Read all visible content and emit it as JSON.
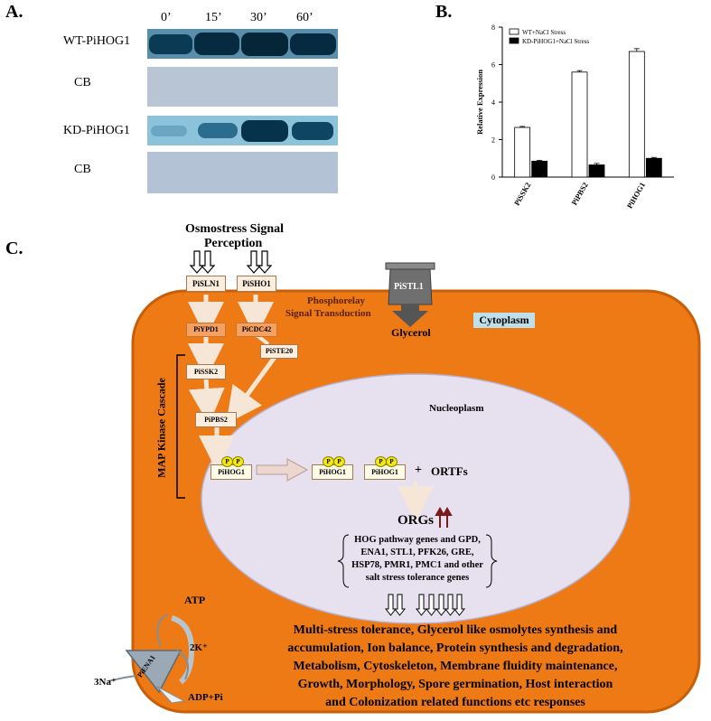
{
  "panel_a": {
    "letter": "A.",
    "time_points": [
      "0’",
      "15’",
      "30’",
      "60’"
    ],
    "rows": [
      {
        "label": "WT-PiHOG1",
        "kind": "western"
      },
      {
        "label": "CB",
        "kind": "stain"
      },
      {
        "label": "KD-PiHOG1",
        "kind": "western"
      },
      {
        "label": "CB",
        "kind": "stain"
      }
    ],
    "band_intensity": {
      "WT-PiHOG1": [
        0.8,
        0.9,
        0.95,
        0.9
      ],
      "KD-PiHOG1": [
        0.15,
        0.35,
        0.85,
        0.7
      ]
    },
    "colors": {
      "blot_band": "#0a2e44",
      "blot_bg": "#7fb7cf",
      "stain_bg": "#b8c6d6"
    }
  },
  "panel_b": {
    "letter": "B.",
    "chart_data": {
      "type": "bar",
      "categories": [
        "PiSSK2",
        "PiPBS2",
        "PiHOG1"
      ],
      "series": [
        {
          "name": "WT+NaCl Stress",
          "values": [
            2.65,
            5.6,
            6.7
          ],
          "errors": [
            0.05,
            0.08,
            0.15
          ],
          "color": "#ffffff"
        },
        {
          "name": "KD-PiHOG1+NaCl Stress",
          "values": [
            0.85,
            0.65,
            1.0
          ],
          "errors": [
            0.04,
            0.08,
            0.05
          ],
          "color": "#000000"
        }
      ],
      "ylabel": "Relative Expression",
      "ylim": [
        0,
        8
      ],
      "yticks": [
        "0",
        "2",
        "4",
        "6",
        "8"
      ],
      "legend": "top-right",
      "grid": false
    }
  },
  "panel_c": {
    "letter": "C.",
    "osmostress": "Osmostress Signal",
    "perception": "Perception",
    "boxes": {
      "sln1": "PiSLN1",
      "sho1": "PiSHO1",
      "ypd1": "PiYPD1",
      "cdc42": "PiCDC42",
      "ste20": "PiSTE20",
      "ssk2": "PiSSK2",
      "pbs2": "PiPBS2",
      "hog1_a": "PiHOG1",
      "hog1_b": "PiHOG1",
      "hog1_c": "PiHOG1"
    },
    "p_label": "P",
    "phosphorelay_1": "Phosphorelay",
    "phosphorelay_2": "Signal Transduction",
    "stl1": "PiSTL1",
    "glycerol": "Glycerol",
    "cytoplasm": "Cytoplasm",
    "nucleoplasm": "Nucleoplasm",
    "mapk": "MAP Kinase Cascade",
    "plus": "+",
    "ortfs": "ORTFs",
    "orgs": "ORGs",
    "genes": [
      "HOG pathway genes and GPD,",
      "ENA1, STL1, PFK26, GRE,",
      "HSP78, PMR1, PMC1 and other",
      "salt stress tolerance genes"
    ],
    "atp": "ATP",
    "k": "2K⁺",
    "na": "3Na⁺",
    "adp": "ADP+Pi",
    "ena1": "PiENA1",
    "responses": [
      "Multi-stress tolerance, Glycerol like osmolytes synthesis and",
      "accumulation, Ion balance, Protein synthesis and degradation,",
      "Metabolism, Cytoskeleton, Membrane fluidity maintenance,",
      "Growth, Morphology, Spore germination, Host interaction",
      "and Colonization related functions etc responses"
    ],
    "colors": {
      "cell": "#ee7a15",
      "cell_border": "#c65e0a",
      "nucleus": "#e6e0ef",
      "box": "#fdeede",
      "cytoplasm_label": "#bfe0ea",
      "phospho": "#f3e812",
      "orgs_arrows": "#7a1a1a"
    }
  }
}
